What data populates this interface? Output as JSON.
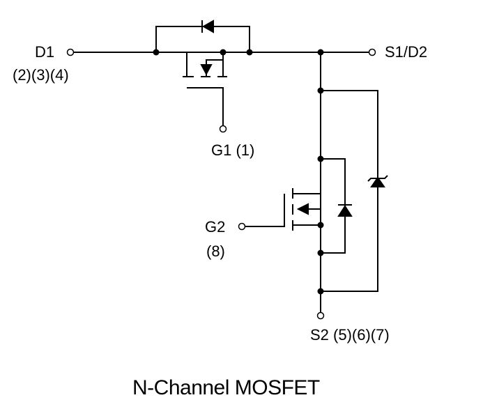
{
  "labels": {
    "d1": "D1",
    "d1_pins": "(2)(3)(4)",
    "s1d2": "S1/D2",
    "g1": "G1 (1)",
    "g2": "G2",
    "g2_pins": "(8)",
    "s2": "S2 (5)(6)(7)"
  },
  "caption": "N-Channel MOSFET"
}
